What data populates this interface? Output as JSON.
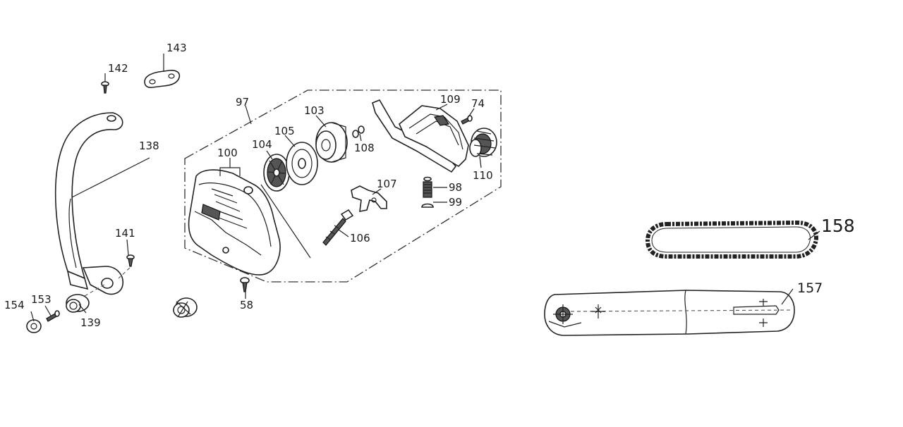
{
  "labels": {
    "p142": "142",
    "p143": "143",
    "p138": "138",
    "p141": "141",
    "p154": "154",
    "p153": "153",
    "p139": "139",
    "p97": "97",
    "p100": "100",
    "p104": "104",
    "p105": "105",
    "p103": "103",
    "p108": "108",
    "p109": "109",
    "p74": "74",
    "p110": "110",
    "p107": "107",
    "p98": "98",
    "p99": "99",
    "p106": "106",
    "p58": "58",
    "p158": "158",
    "p157": "157"
  },
  "icons": {
    "handle": "front-handle-icon",
    "cover": "sprocket-cover-icon",
    "chain": "saw-chain-icon",
    "bar": "guide-bar-icon"
  }
}
